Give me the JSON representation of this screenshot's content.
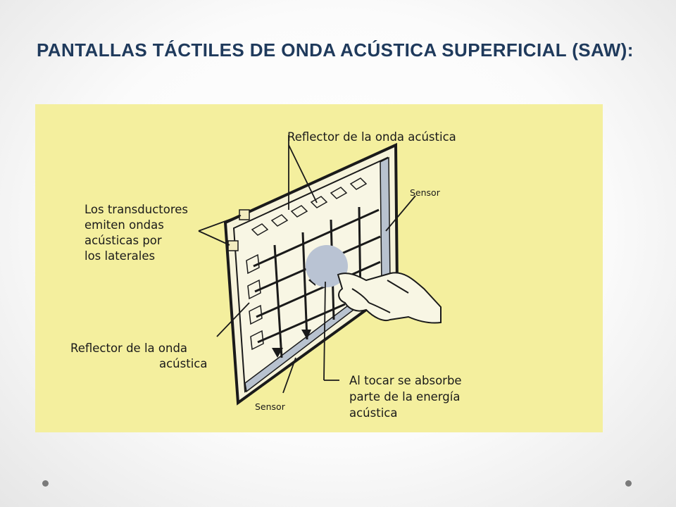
{
  "slide": {
    "title": "PANTALLAS TÁCTILES DE ONDA ACÚSTICA SUPERFICIAL (SAW):"
  },
  "diagram": {
    "background_color": "#f4ef9e",
    "labels": {
      "reflector_top": "Reflector de la onda acústica",
      "sensor_right": "Sensor",
      "transducers": [
        "Los transductores",
        "emiten ondas",
        "acústicas por",
        "los laterales"
      ],
      "reflector_left": [
        "Reflector de la onda",
        "acústica"
      ],
      "touch": [
        "Al tocar se absorbe",
        "parte de la energía",
        "acústica"
      ],
      "sensor_bottom": "Sensor"
    }
  },
  "colors": {
    "title": "#1f3a5c",
    "sensor_strip": "#b8c2cf",
    "touch_spot": "#b9c3d3"
  }
}
